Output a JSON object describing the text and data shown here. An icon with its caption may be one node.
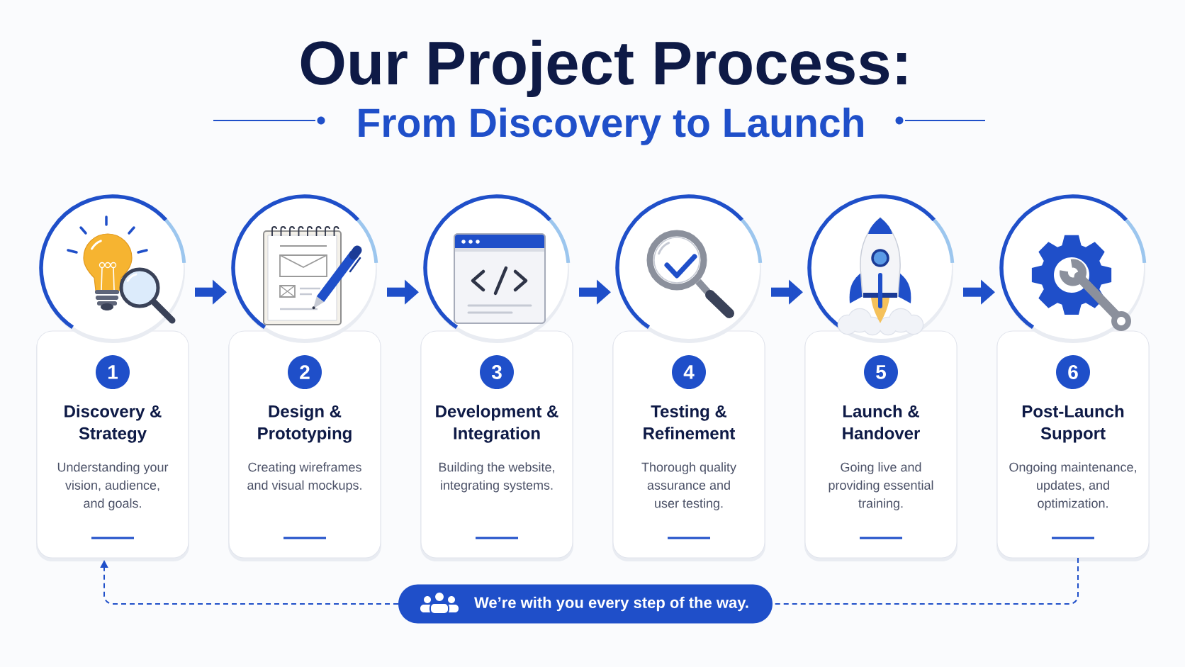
{
  "diagram": {
    "title": "Our Project Process:",
    "nodes": [
      {
        "text": [],
        "shape": "picture"
      },
      {
        "text": [
          "Discovery & Strategy",
          "Understanding your vision, audience, and goals."
        ]
      },
      {
        "text": [
          "1"
        ],
        "in": 1
      },
      {
        "text": [],
        "shape": "picture"
      },
      {
        "text": [
          "Design & Prototyping",
          "Creating wireframes and visual mockups."
        ]
      },
      {
        "text": [
          "2"
        ],
        "in": 4
      },
      {
        "text": [],
        "shape": "picture"
      },
      {
        "text": [
          "Development & Integration",
          "Building the website, integrating systems."
        ]
      },
      {
        "text": [
          "3"
        ],
        "in": 7
      },
      {
        "text": [],
        "shape": "picture"
      },
      {
        "text": [
          "Testing & Refinement",
          "Thorough quality assurance and user testing."
        ]
      },
      {
        "text": [
          "4"
        ],
        "in": 10
      },
      {
        "text": [],
        "shape": "picture"
      },
      {
        "text": [
          "Launch & Handover",
          "Going live and providing essential training."
        ]
      },
      {
        "text": [
          "5"
        ],
        "in": 13
      },
      {
        "text": [],
        "shape": "picture"
      },
      {
        "text": [
          "Post-Launch Support",
          "Ongoing maintenance, updates, and optimization."
        ]
      },
      {
        "text": [
          "6"
        ],
        "in": 16
      },
      {
        "text": [
          "We’re with you every step of the way."
        ]
      }
    ],
    "edges": [
      {
        "from": 0,
        "to": 3,
        "arrow": "to"
      },
      {
        "from": 3,
        "to": 6,
        "arrow": "to"
      },
      {
        "from": 6,
        "to": 9,
        "arrow": "to"
      },
      {
        "from": 9,
        "to": 12,
        "arrow": "to"
      },
      {
        "from": 12,
        "to": 15,
        "arrow": "to"
      },
      {
        "from": 16,
        "to": 18,
        "arrow": "none",
        "style": "dashed"
      },
      {
        "from": 18,
        "to": 1,
        "arrow": "to",
        "style": "dashed"
      }
    ],
    "labels": [
      "From Discovery to Launch"
    ]
  }
}
